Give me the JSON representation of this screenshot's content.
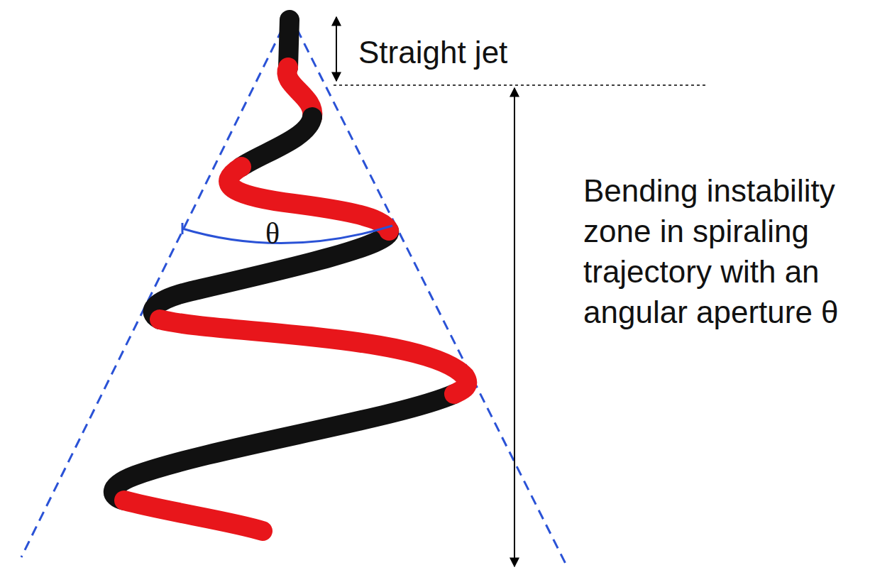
{
  "diagram": {
    "labels": [
      "Straight jet",
      "θ",
      "Bending instability zone in spiraling trajectory with an angular aperture θ"
    ]
  }
}
